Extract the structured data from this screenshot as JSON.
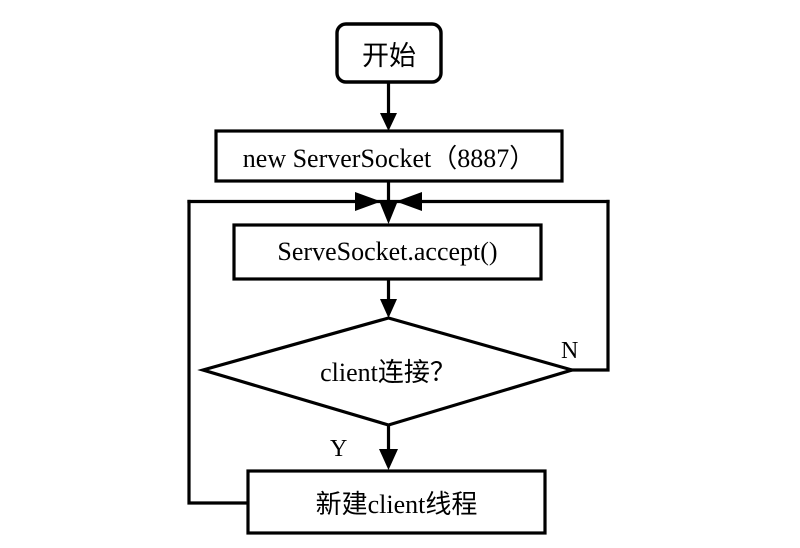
{
  "diagram": {
    "title": "Server socket accept loop flowchart",
    "stroke_color": "#000000",
    "fill_color": "#ffffff",
    "background": "#ffffff",
    "nodes": [
      {
        "id": "start",
        "shape": "rounded-rectangle",
        "label": "开始"
      },
      {
        "id": "serversocket",
        "shape": "rectangle",
        "label": "new ServerSocket（8887）"
      },
      {
        "id": "accept",
        "shape": "rectangle",
        "label": "ServeSocket.accept()"
      },
      {
        "id": "decision",
        "shape": "diamond",
        "label": "client连接？"
      },
      {
        "id": "newthread",
        "shape": "rectangle",
        "label": "新建client线程"
      }
    ],
    "edges": [
      {
        "from": "start",
        "to": "serversocket",
        "label": ""
      },
      {
        "from": "serversocket",
        "to": "accept",
        "label": ""
      },
      {
        "from": "accept",
        "to": "decision",
        "label": ""
      },
      {
        "from": "decision",
        "to": "newthread",
        "label": "Y"
      },
      {
        "from": "decision",
        "to": "accept",
        "label": "N"
      },
      {
        "from": "newthread",
        "to": "accept",
        "label": ""
      }
    ],
    "edge_labels": {
      "yes": "Y",
      "no": "N"
    }
  }
}
